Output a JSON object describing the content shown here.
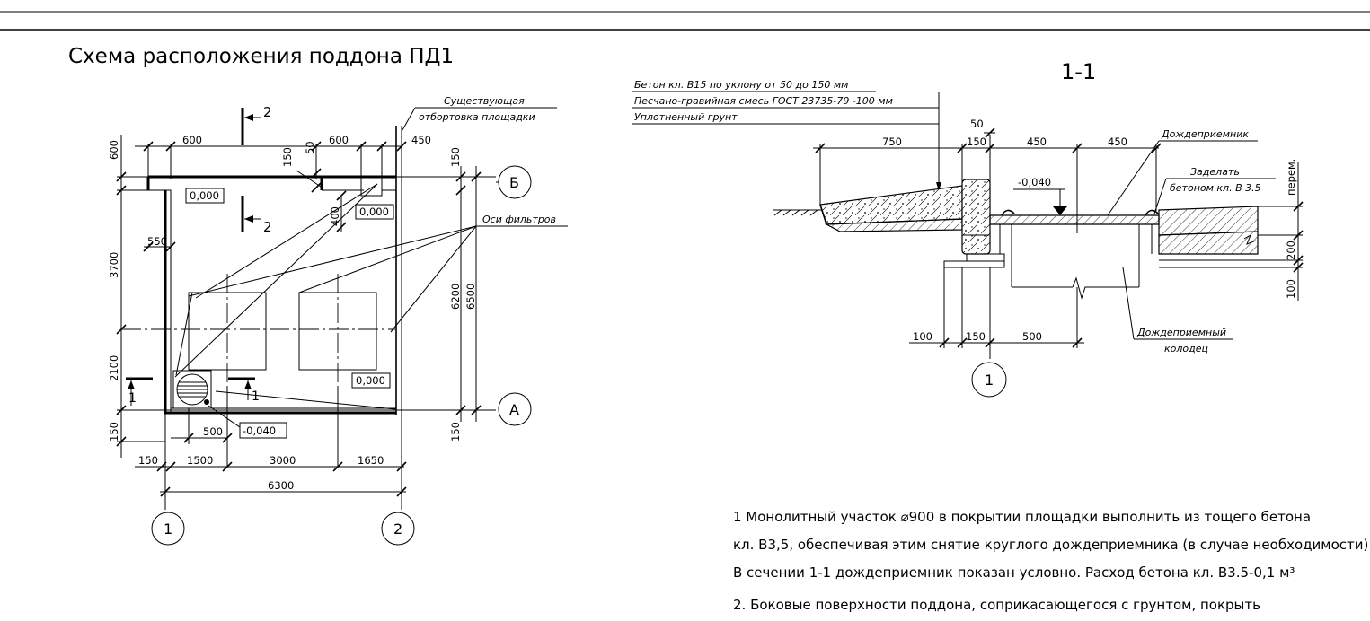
{
  "plan": {
    "title": "Схема расположения поддона ПД1",
    "label_existing_line1": "Существующая",
    "label_existing_line2": "отбортовка площадки",
    "label_filter_axes": "Оси фильтров",
    "marks": [
      "0,000",
      "0,000",
      "0,000",
      "-0,040"
    ],
    "section_marks": {
      "top": "2",
      "bottom": "2",
      "left": "1",
      "right": "1"
    },
    "grid_axes": {
      "B": "Б",
      "A": "А",
      "one": "1",
      "two": "2"
    },
    "dims_top": [
      "600",
      "600",
      "450",
      "50",
      "150"
    ],
    "dims_left": [
      "600",
      "3700",
      "2100",
      "150",
      "550"
    ],
    "dims_right": [
      "150",
      "6200",
      "6500",
      "150"
    ],
    "dims_inner": [
      "400",
      "500"
    ],
    "dims_bottom": [
      "150",
      "1500",
      "3000",
      "1650"
    ],
    "dim_total": "6300"
  },
  "section": {
    "title": "1-1",
    "layers": [
      "Бетон кл. В15 по уклону от 50 до 150 мм",
      "Песчано-гравийная смесь  ГОСТ 23735-79 -100 мм",
      "Уплотненный грунт"
    ],
    "label_rain_inlet": "Дождеприемник",
    "label_seal_line1": "Заделать",
    "label_seal_line2": "бетоном кл. В 3.5",
    "label_well_line1": "Дождеприемный",
    "label_well_line2": "колодец",
    "mark": "-0,040",
    "axis": "1",
    "dims_top": [
      "50",
      "750",
      "150",
      "450",
      "450"
    ],
    "dims_bottom": [
      "100",
      "150",
      "500"
    ],
    "dims_right": [
      "перем.",
      "200",
      "100"
    ]
  },
  "notes": [
    "1 Монолитный участок ⌀900 в покрытии площадки выполнить из тощего бетона",
    "кл. В3,5, обеспечивая этим снятие круглого дождеприемника (в случае необходимости).",
    "В сечении 1-1 дождеприемник показан условно. Расход бетона кл. В3.5-0,1 м³",
    "2. Боковые поверхности поддона, соприкасающегося с грунтом, покрыть"
  ]
}
